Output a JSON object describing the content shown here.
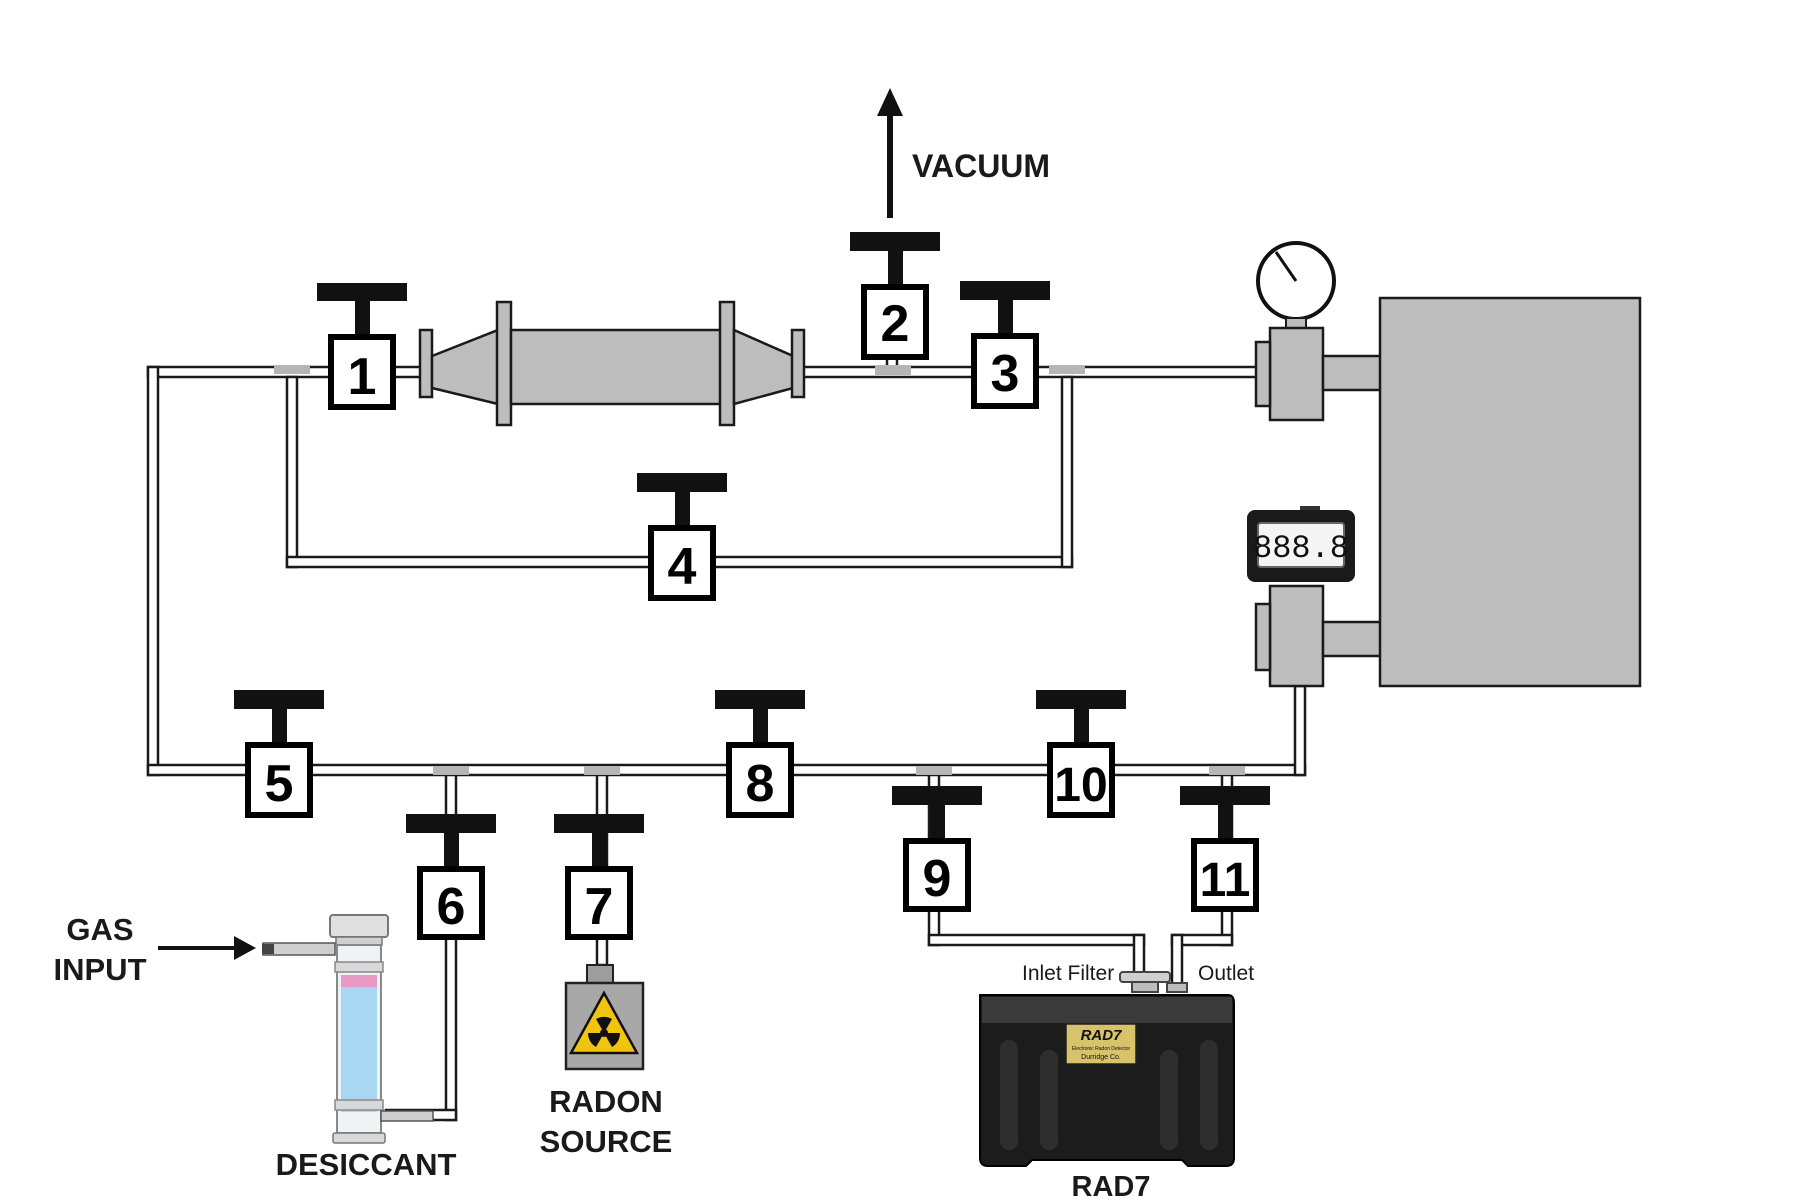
{
  "labels": {
    "vacuum": "VACUUM",
    "gas_input_1": "GAS",
    "gas_input_2": "INPUT",
    "desiccant": "DESICCANT",
    "radon_1": "RADON",
    "radon_2": "SOURCE",
    "rad7": "RAD7",
    "inlet_filter": "Inlet Filter",
    "outlet": "Outlet"
  },
  "display_readout": "888.8",
  "rad7_plate": {
    "title": "RAD7",
    "line1": "Electronic Radon Detector",
    "line2": "Durridge Co."
  },
  "valves": [
    {
      "id": "1",
      "label": "1"
    },
    {
      "id": "2",
      "label": "2"
    },
    {
      "id": "3",
      "label": "3"
    },
    {
      "id": "4",
      "label": "4"
    },
    {
      "id": "5",
      "label": "5"
    },
    {
      "id": "6",
      "label": "6"
    },
    {
      "id": "7",
      "label": "7"
    },
    {
      "id": "8",
      "label": "8"
    },
    {
      "id": "9",
      "label": "9"
    },
    {
      "id": "10",
      "label": "10"
    },
    {
      "id": "11",
      "label": "11"
    }
  ],
  "colors": {
    "pipe": "#ffffff",
    "pipe_outline": "#1a1a1a",
    "chamber": "#bdbdbd",
    "tee": "#b5b5b5",
    "handle": "#111111",
    "desiccant_blue": "#a9d6f2",
    "desiccant_pink": "#e79ac4",
    "hazard_yellow": "#f1c40f",
    "rad7_body": "#1c1c1c"
  }
}
